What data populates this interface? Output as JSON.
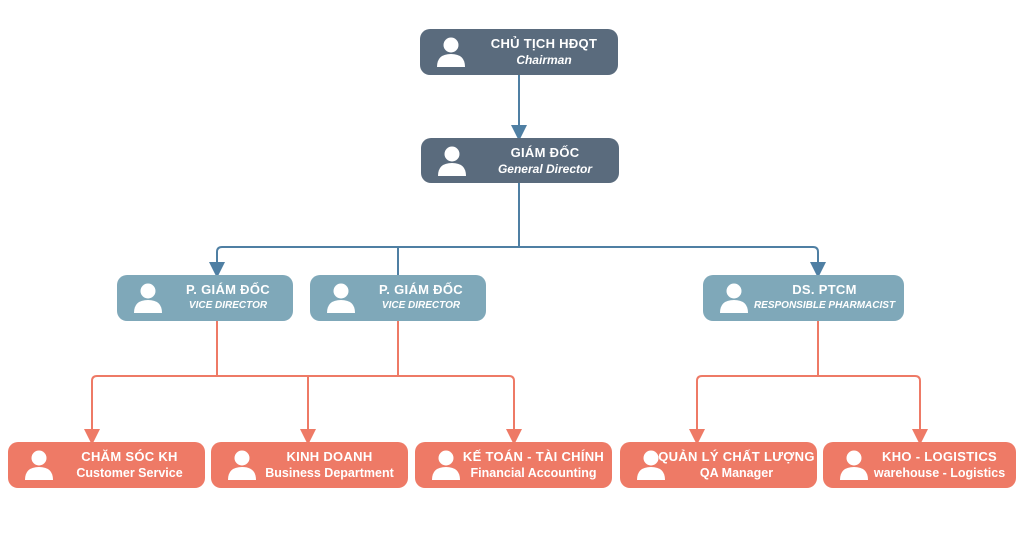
{
  "colors": {
    "dark": "#5a6b7d",
    "mid": "#7fa8b9",
    "coral": "#ee7a66",
    "blue_line": "#4f7fa3",
    "coral_line": "#ee7a66"
  },
  "icons": {
    "person": "person-icon"
  },
  "chairman": {
    "title": "CHỦ TỊCH HĐQT",
    "subtitle": "Chairman"
  },
  "general_director": {
    "title": "GIÁM ĐỐC",
    "subtitle": "General Director"
  },
  "vice_director_1": {
    "title": "P. GIÁM ĐỐC",
    "subtitle": "VICE DIRECTOR"
  },
  "vice_director_2": {
    "title": "P. GIÁM ĐỐC",
    "subtitle": "VICE DIRECTOR"
  },
  "pharmacist": {
    "title": "DS. PTCM",
    "subtitle": "RESPONSIBLE PHARMACIST"
  },
  "departments": [
    {
      "title": "CHĂM SÓC KH",
      "subtitle": "Customer Service"
    },
    {
      "title": "KINH DOANH",
      "subtitle": "Business Department"
    },
    {
      "title": "KẾ TOÁN - TÀI CHÍNH",
      "subtitle": "Financial Accounting"
    },
    {
      "title": "QUẢN LÝ CHẤT LƯỢNG",
      "subtitle": "QA Manager"
    },
    {
      "title": "KHO - LOGISTICS",
      "subtitle": "warehouse - Logistics"
    }
  ]
}
